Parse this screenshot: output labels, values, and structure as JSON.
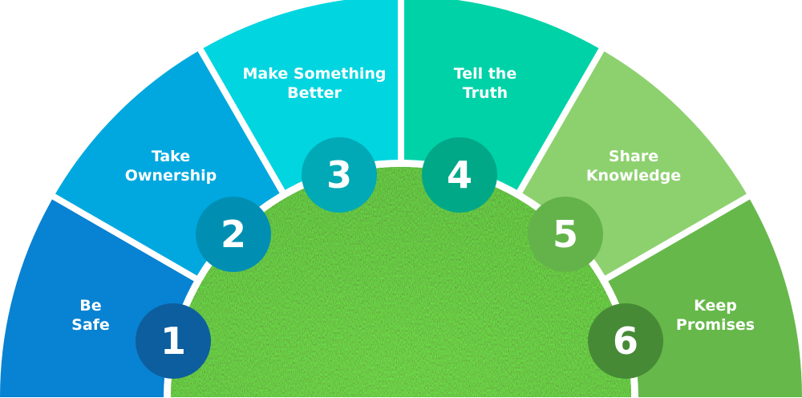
{
  "segments": [
    {
      "label_line1": "Be",
      "label_line2": "Safe",
      "number": "1",
      "color": "#0882d2",
      "badge_color": "#0d5e9e"
    },
    {
      "label_line1": "Take",
      "label_line2": "Ownership",
      "number": "2",
      "color": "#00a8df",
      "badge_color": "#008fb3"
    },
    {
      "label_line1": "Make Something",
      "label_line2": "Better",
      "number": "3",
      "color": "#00d5e0",
      "badge_color": "#00a9b5"
    },
    {
      "label_line1": "Tell the",
      "label_line2": "Truth",
      "number": "4",
      "color": "#00d2a8",
      "badge_color": "#00a888"
    },
    {
      "label_line1": "Share",
      "label_line2": "Knowledge",
      "number": "5",
      "color": "#8dd16f",
      "badge_color": "#64b34a"
    },
    {
      "label_line1": "Keep",
      "label_line2": "Promises",
      "number": "6",
      "color": "#66b84a",
      "badge_color": "#468a36"
    }
  ],
  "center_image": "grass-dome"
}
